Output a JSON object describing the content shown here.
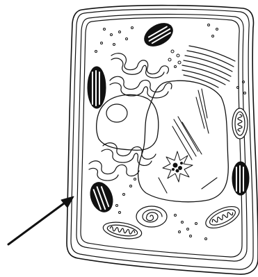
{
  "diagram": {
    "structures": [
      "cell-wall",
      "cell-membrane",
      "vacuole",
      "nucleus",
      "chloroplast",
      "mitochondrion",
      "endoplasmic-reticulum",
      "golgi-apparatus",
      "centrosome",
      "pointer-arrow"
    ],
    "colors": {
      "stroke": "#111111",
      "fill": "#ffffff",
      "dark": "#111111"
    }
  }
}
